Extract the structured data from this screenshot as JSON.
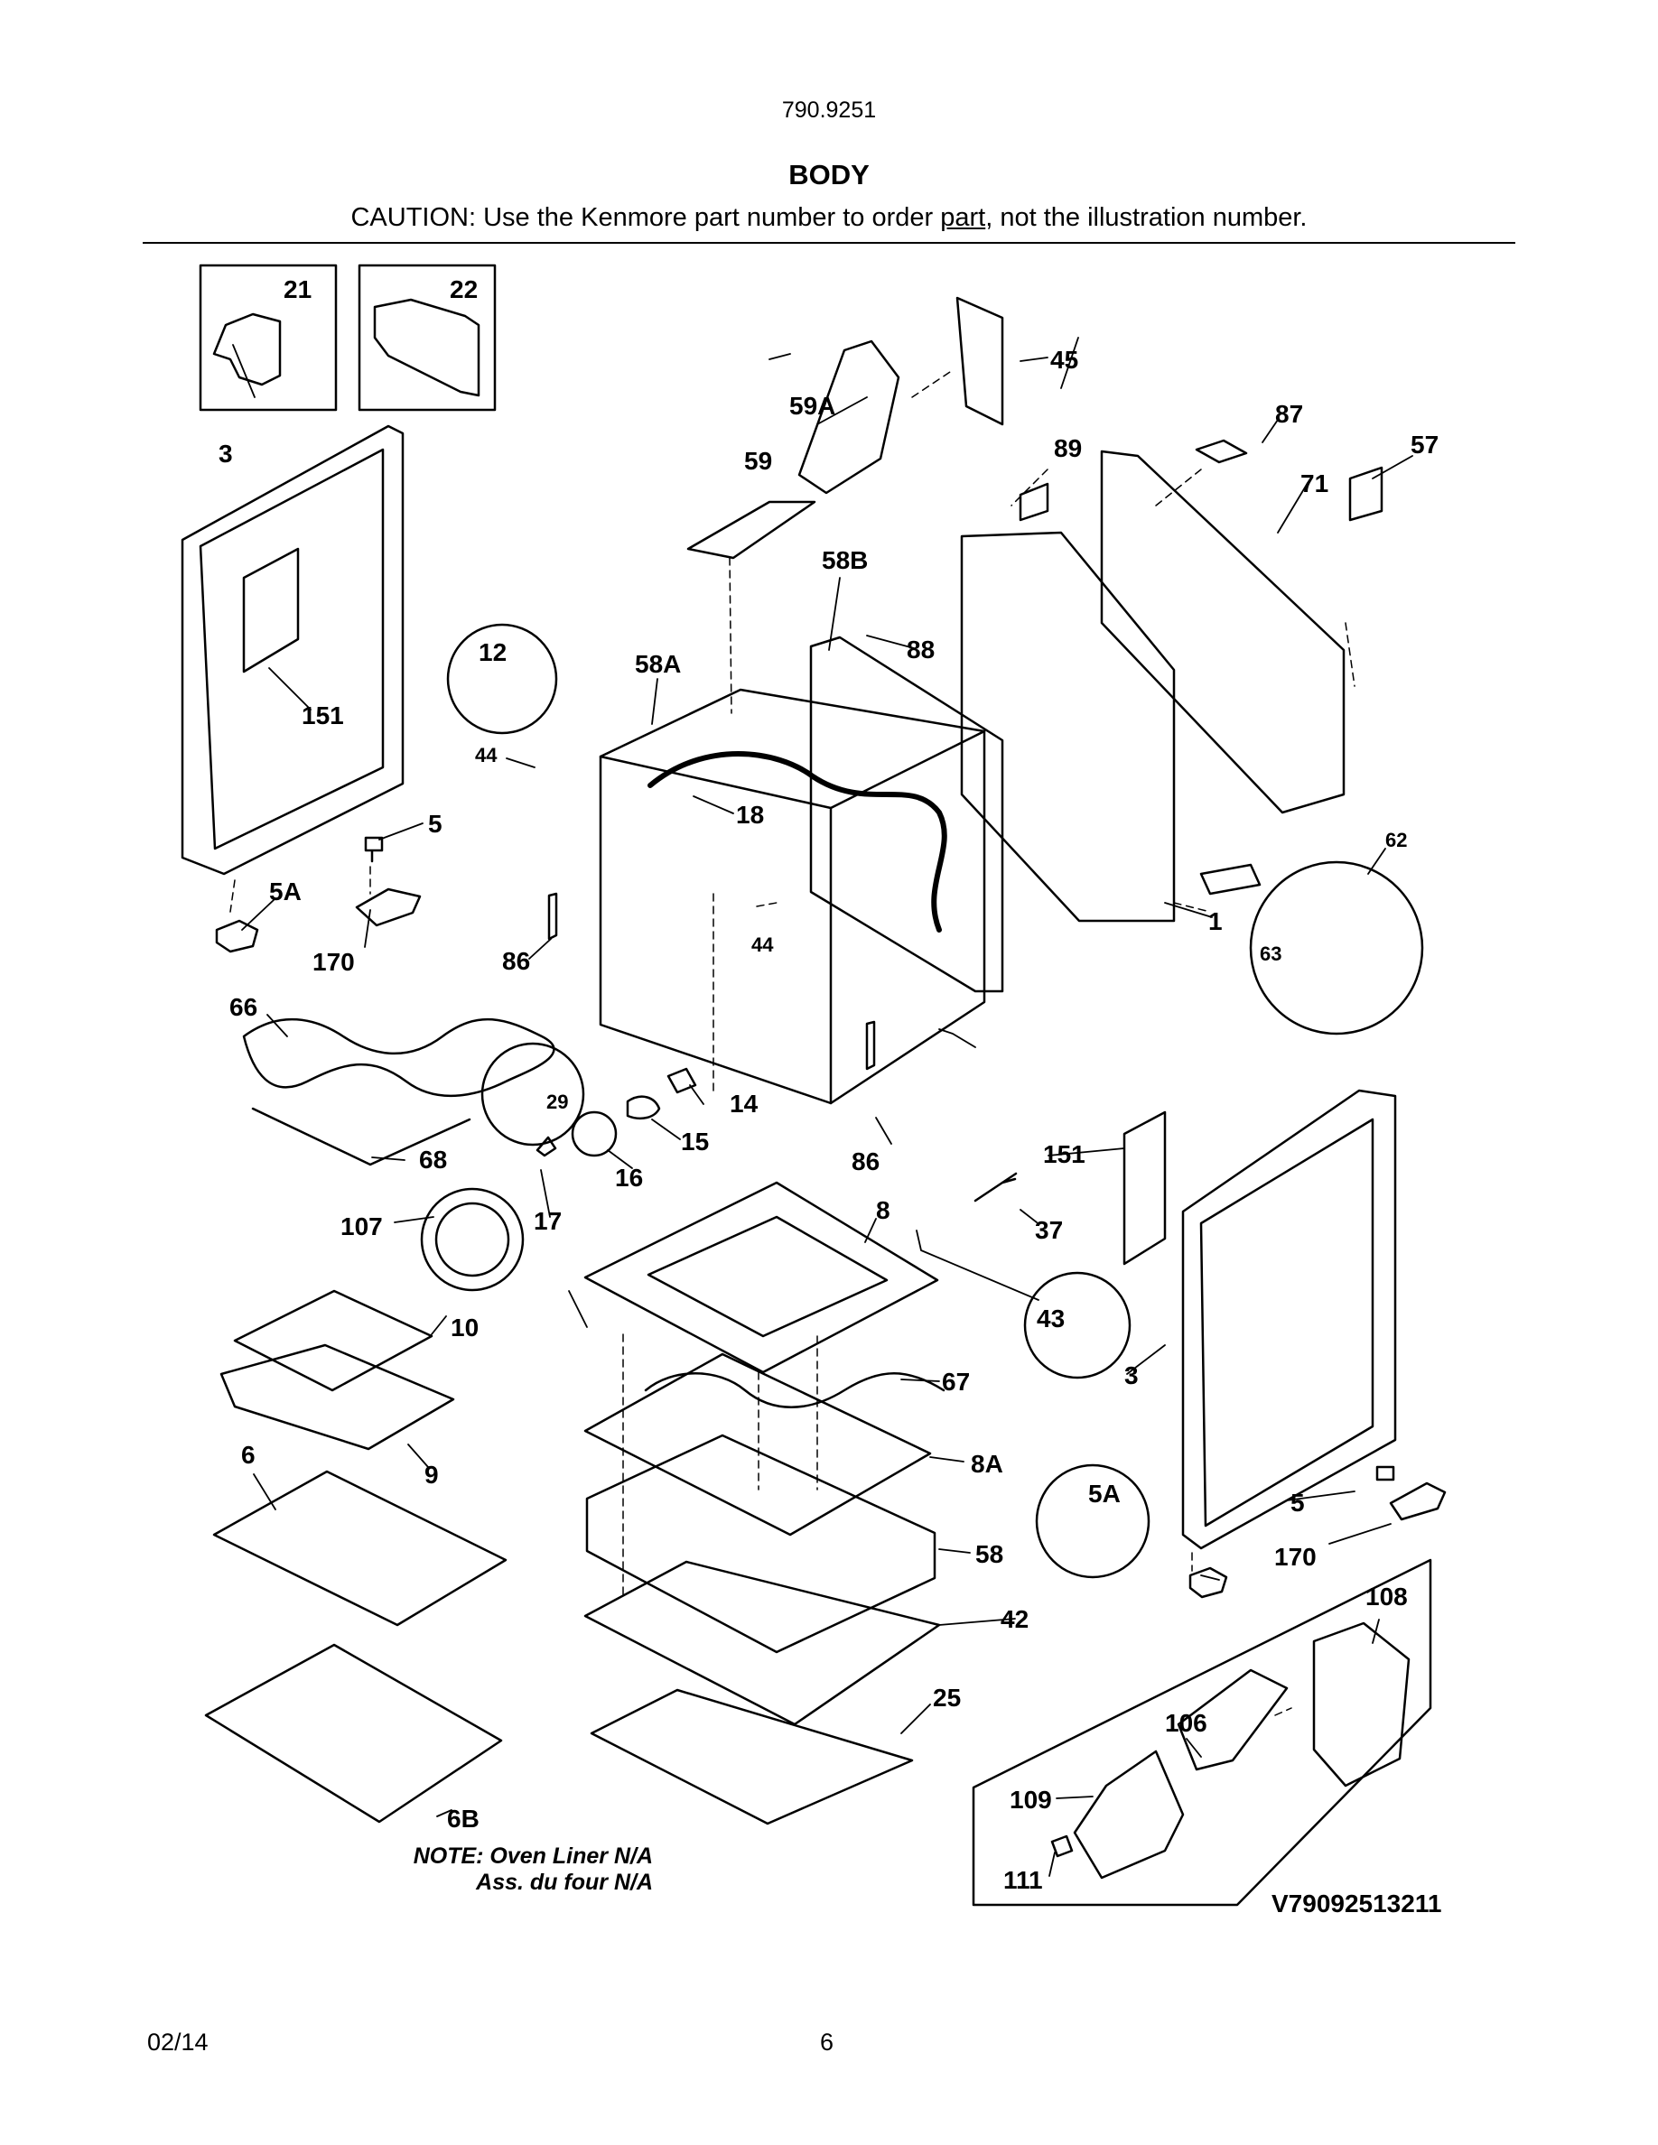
{
  "header": {
    "model": "790.9251",
    "section_title": "BODY",
    "caution_pre": "CAUTION: Use the Kenmore part number to order ",
    "caution_underlined": "part",
    "caution_post": ", not the illustration number."
  },
  "callouts": {
    "c21": "21",
    "c22": "22",
    "c45": "45",
    "c59A": "59A",
    "c87": "87",
    "c57": "57",
    "c3a": "3",
    "c59": "59",
    "c89": "89",
    "c71": "71",
    "c58B": "58B",
    "c88": "88",
    "c12": "12",
    "c58A": "58A",
    "c151a": "151",
    "c44a": "44",
    "c18": "18",
    "c5a": "5",
    "c62": "62",
    "c5Aa": "5A",
    "c1": "1",
    "c63": "63",
    "c170a": "170",
    "c86a": "86",
    "c44b": "44",
    "c66": "66",
    "c29": "29",
    "c14": "14",
    "c15": "15",
    "c68": "68",
    "c86b": "86",
    "c151b": "151",
    "c16": "16",
    "c17": "17",
    "c107": "107",
    "c8": "8",
    "c37": "37",
    "c43": "43",
    "c10": "10",
    "c67": "67",
    "c3b": "3",
    "c6": "6",
    "c9": "9",
    "c8A": "8A",
    "c5Ab": "5A",
    "c5b": "5",
    "c58": "58",
    "c170b": "170",
    "c108": "108",
    "c42": "42",
    "c25": "25",
    "c106": "106",
    "c109": "109",
    "c6B": "6B",
    "c111": "111"
  },
  "note": {
    "line1": "NOTE: Oven Liner N/A",
    "line2": "Ass. du four N/A"
  },
  "diagram_code": "V79092513211",
  "footer": {
    "date": "02/14",
    "page": "6"
  }
}
